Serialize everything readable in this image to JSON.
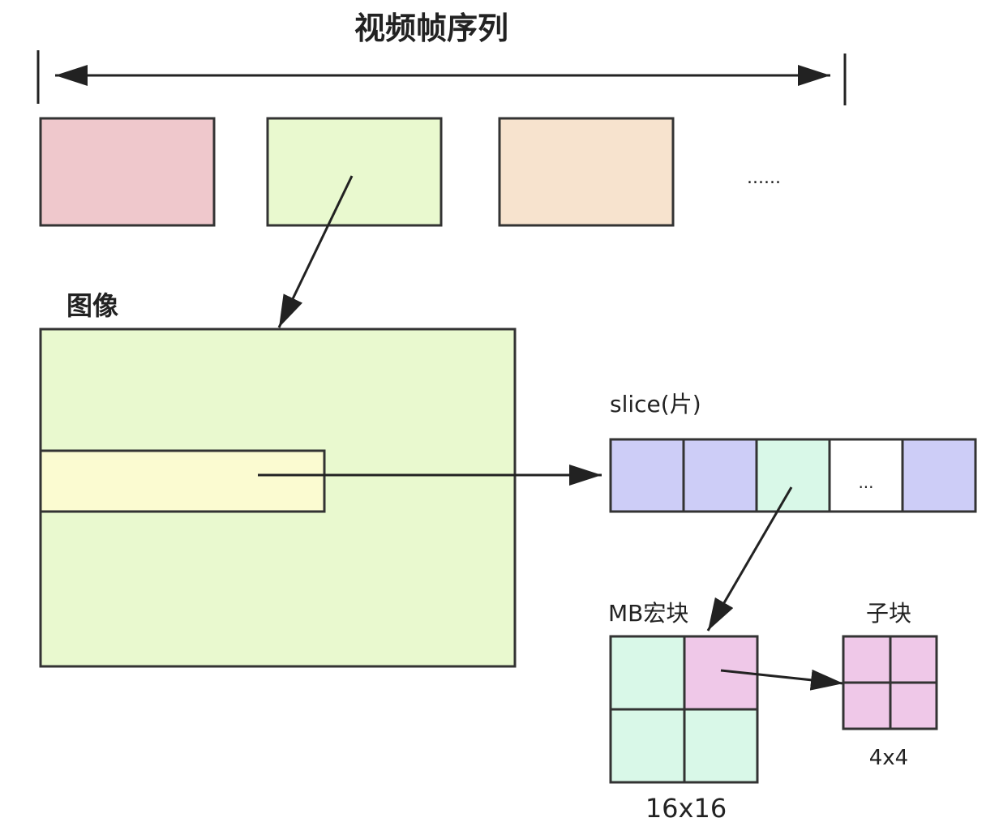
{
  "title": "视频帧序列",
  "frames": {
    "colors": [
      "#efc8cc",
      "#e9f9cf",
      "#f7e3ce"
    ],
    "ellipsis": "......"
  },
  "image": {
    "label": "图像",
    "fill": "#e9f9cf",
    "slice_strip_fill": "#fbfbd1"
  },
  "slice": {
    "label": "slice(片)",
    "cells": [
      {
        "fill": "#cdcdf7",
        "text": ""
      },
      {
        "fill": "#cdcdf7",
        "text": ""
      },
      {
        "fill": "#d9f8e8",
        "text": ""
      },
      {
        "fill": "#ffffff",
        "text": "..."
      },
      {
        "fill": "#cdcdf7",
        "text": ""
      }
    ]
  },
  "macroblock": {
    "label": "MB宏块",
    "size_label": "16x16",
    "cell_fills": [
      "#d9f8e8",
      "#efc8e8",
      "#d9f8e8",
      "#d9f8e8"
    ]
  },
  "subblock": {
    "label": "子块",
    "size_label": "4x4",
    "fill": "#efc8e8"
  }
}
